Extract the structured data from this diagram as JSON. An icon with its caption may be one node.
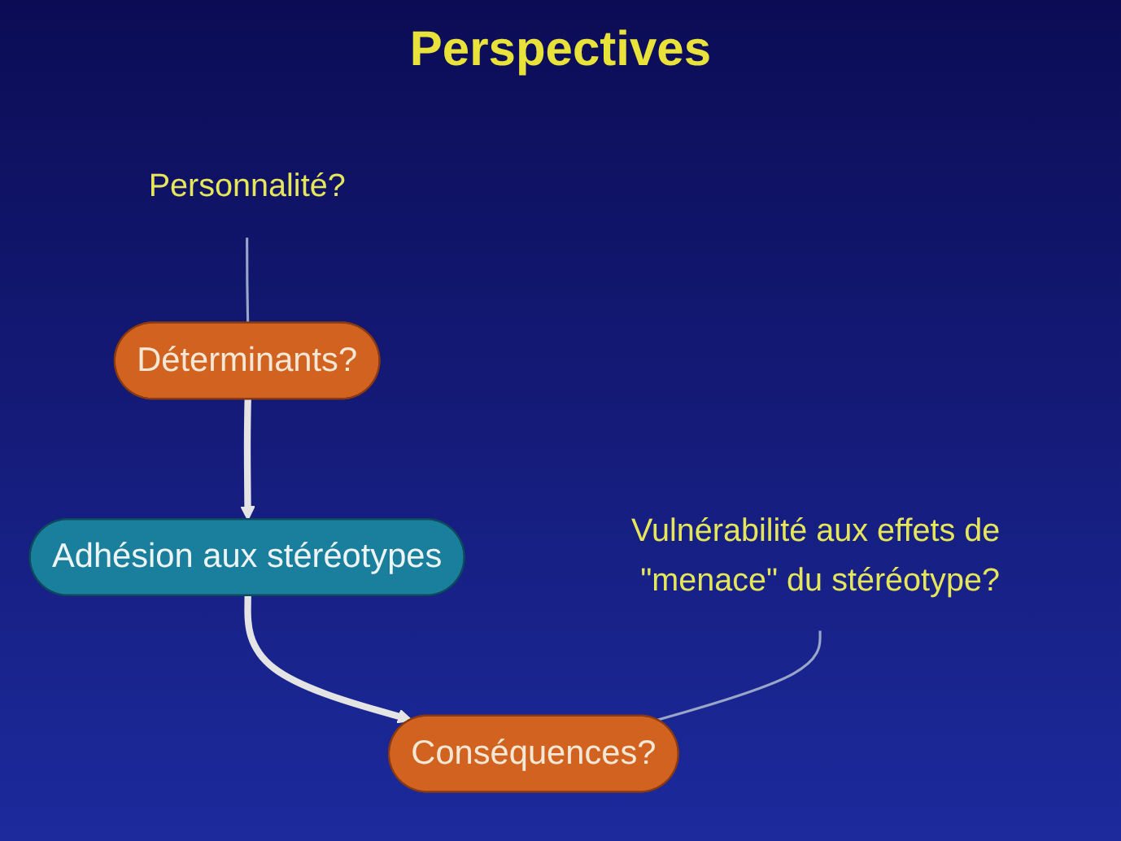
{
  "diagram": {
    "title": "Perspectives",
    "nodes": [
      {
        "text": [
          "Personnalité?"
        ]
      },
      {
        "text": [
          "Déterminants?"
        ]
      },
      {
        "text": [
          "Adhésion aux stéréotypes"
        ]
      },
      {
        "text": [
          "Conséquences?"
        ]
      },
      {
        "text": [
          "Vulnérabilité aux effets de \"menace\" du stéréotype?"
        ]
      }
    ],
    "edges": [
      {
        "from": 0,
        "to": 1,
        "arrow": "none"
      },
      {
        "from": 1,
        "to": 2,
        "arrow": "to",
        "style": "thick"
      },
      {
        "from": 2,
        "to": 3,
        "arrow": "to",
        "style": "thick"
      },
      {
        "from": 4,
        "to": 3,
        "arrow": "none"
      }
    ]
  }
}
